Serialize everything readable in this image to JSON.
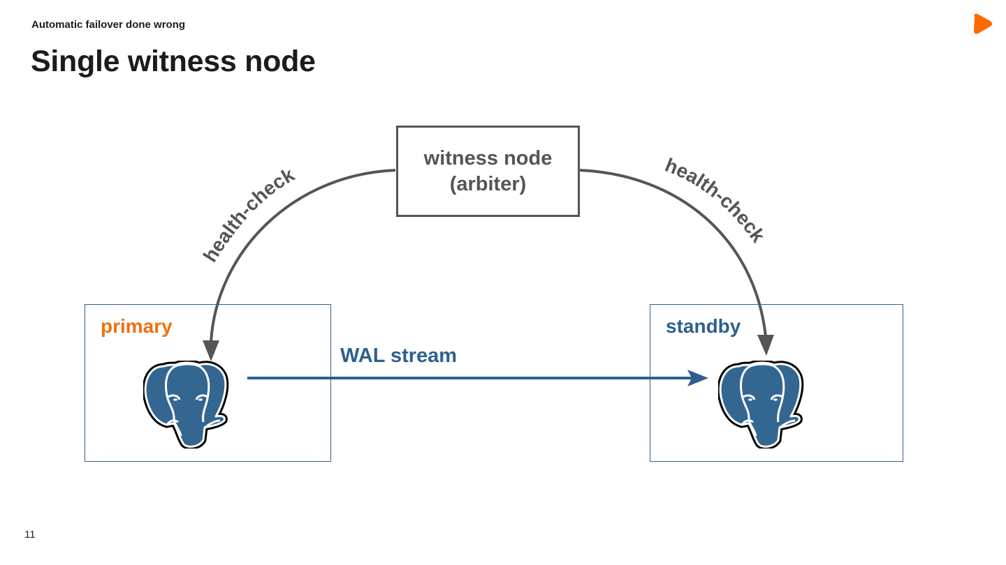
{
  "header": {
    "section_label": "Automatic failover done wrong",
    "title": "Single witness node"
  },
  "logo": {
    "icon": "brand-logo-icon",
    "color": "#ff6a00"
  },
  "diagram": {
    "witness": {
      "line1": "witness node",
      "line2": "(arbiter)"
    },
    "primary": {
      "label": "primary",
      "icon": "postgresql-elephant-icon",
      "color": "#f0700f"
    },
    "standby": {
      "label": "standby",
      "icon": "postgresql-elephant-icon",
      "color": "#2f5f8f"
    },
    "edges": {
      "health_check_left": "health-check",
      "health_check_right": "health-check",
      "wal_stream": "WAL stream"
    }
  },
  "footer": {
    "page_number": "11"
  }
}
